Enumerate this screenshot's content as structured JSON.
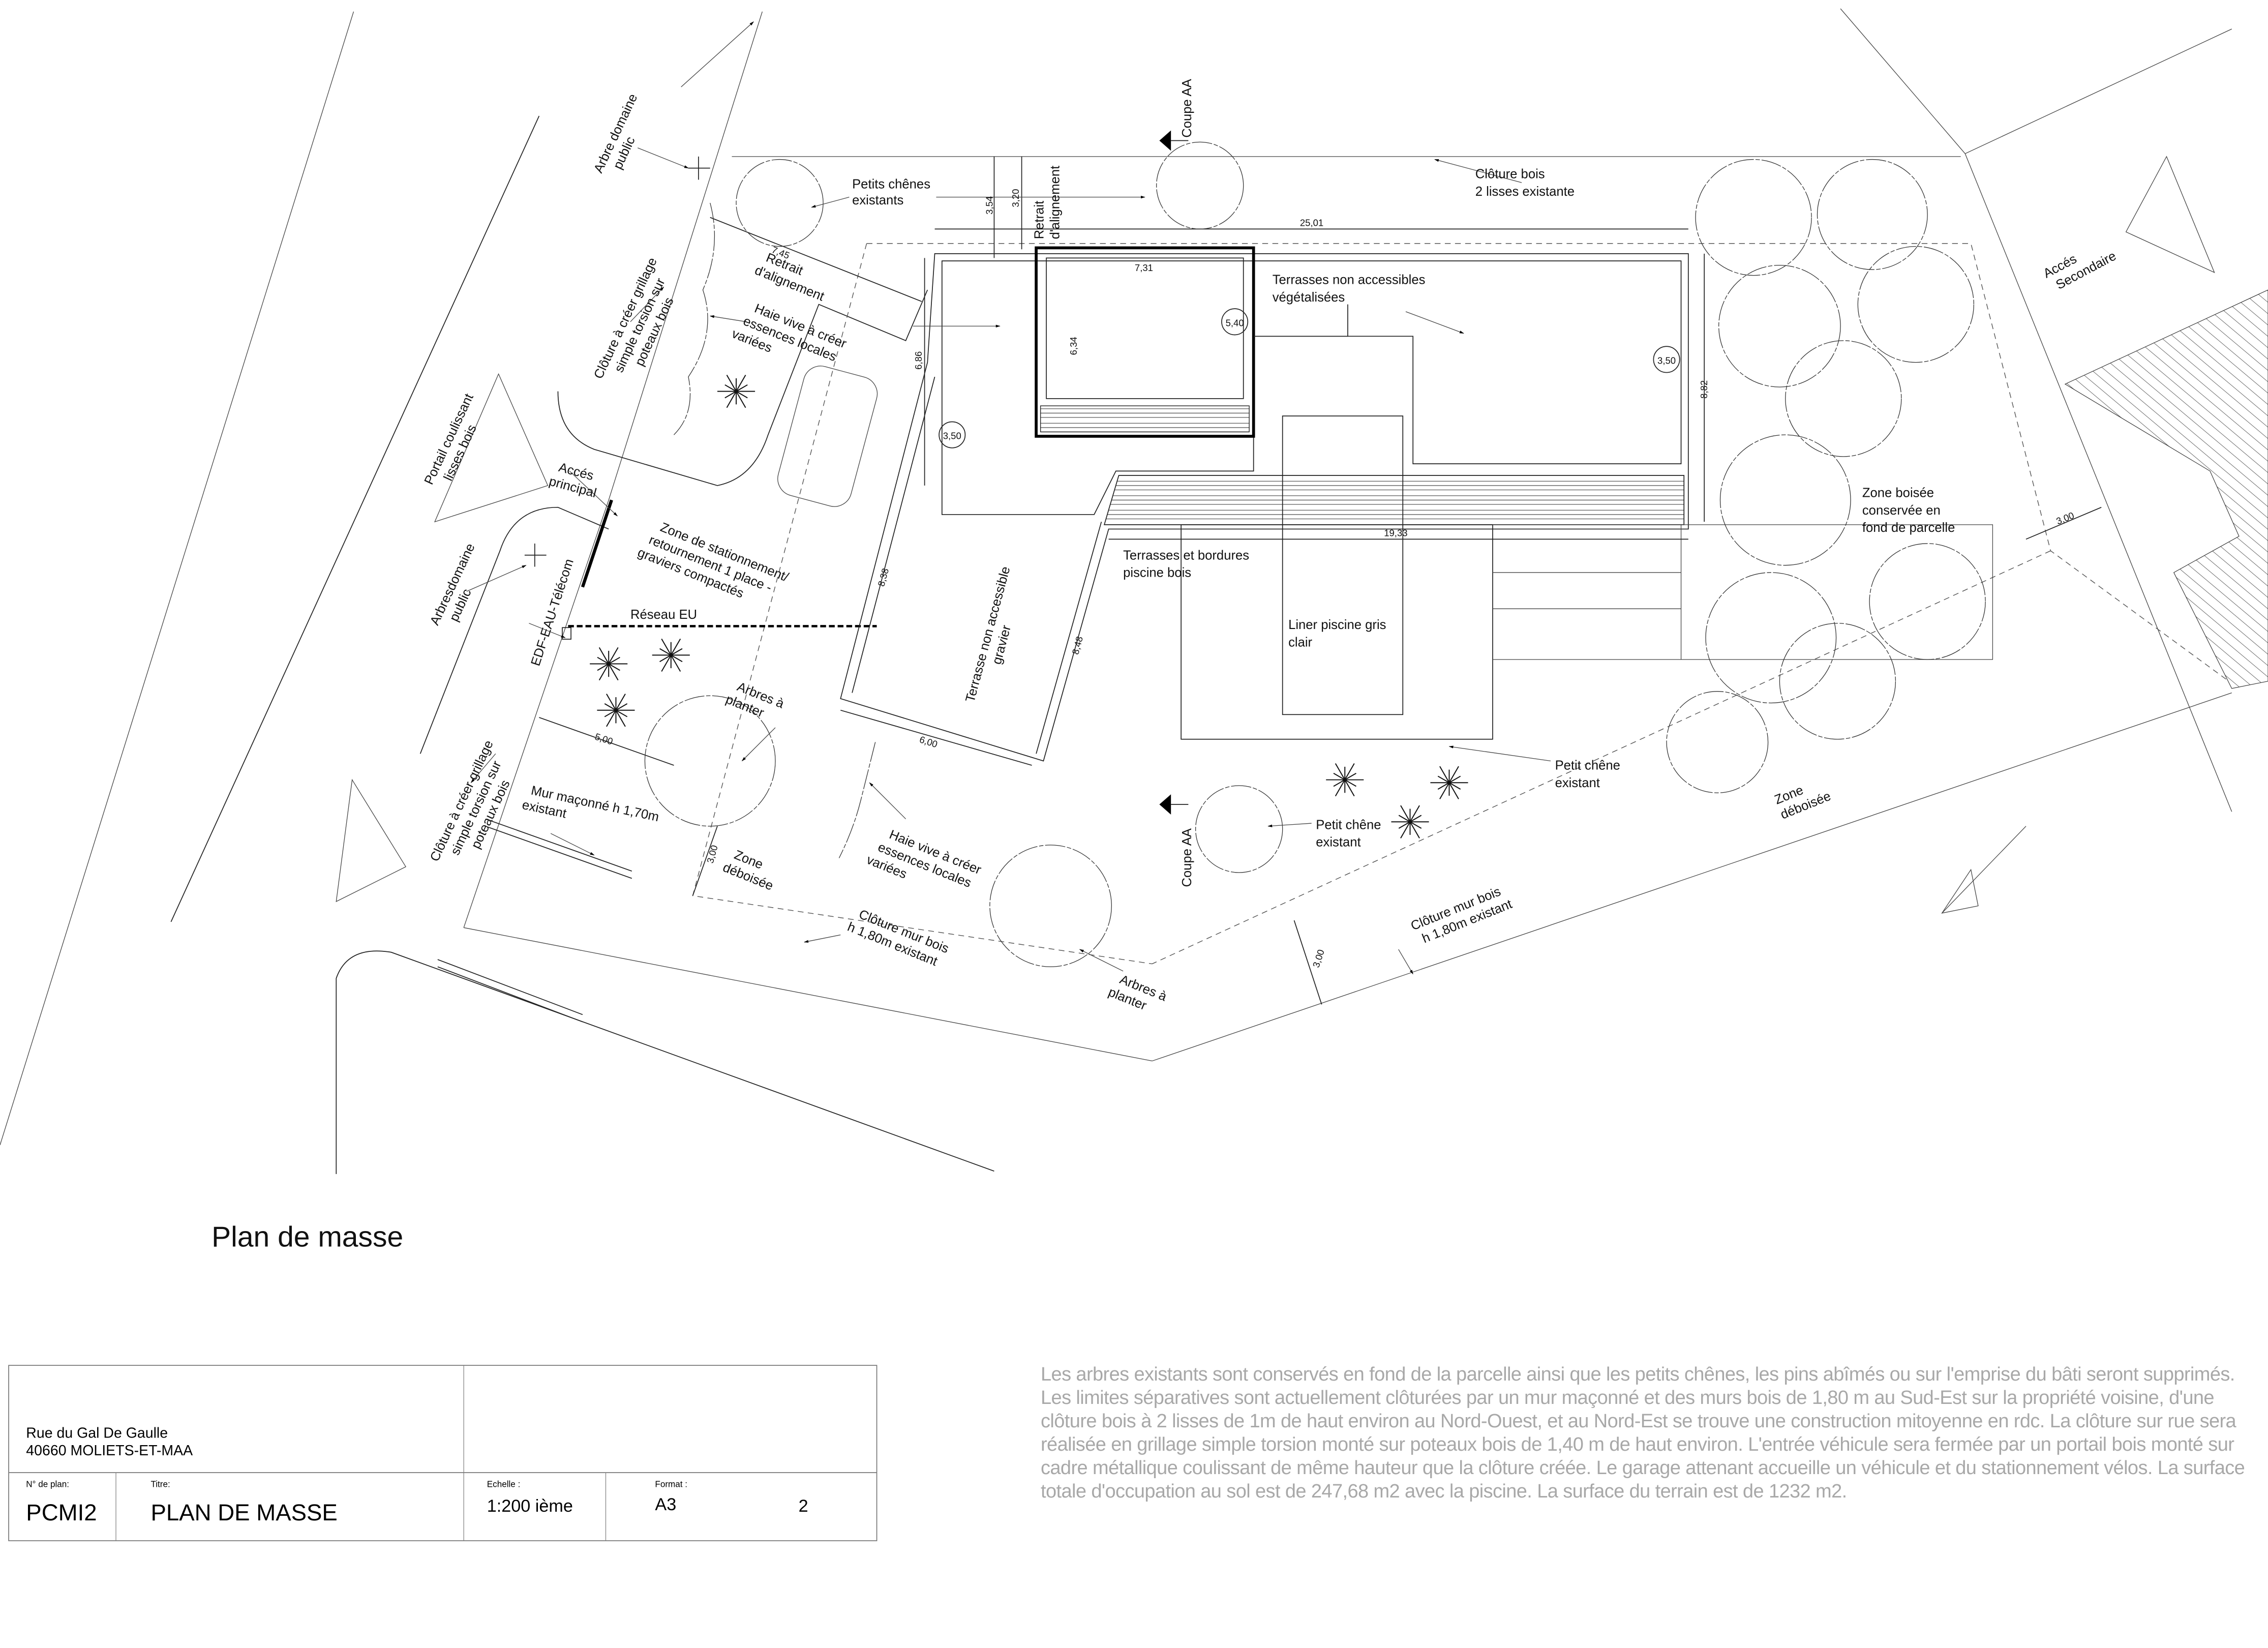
{
  "drawing": {
    "title": "Plan de masse",
    "labels": {
      "arbre_domaine_public_1": [
        "Arbre domaine",
        "public"
      ],
      "petits_chenes": [
        "Petits chênes",
        "existants"
      ],
      "retrait_alignement_top": [
        "Retrait",
        "d'alignement"
      ],
      "coupe_aa_top": "Coupe AA",
      "coupe_aa_bottom": "Coupe AA",
      "cloture_bois_2_lisses": [
        "Clôture bois",
        "2 lisses existante"
      ],
      "retrait_alignement_left": [
        "Retrait",
        "d'alignement"
      ],
      "haie_vive_1": [
        "Haie vive à créer",
        "essences locales",
        "variées"
      ],
      "cloture_grillage_1": [
        "Clôture à créer grillage",
        "simple torsion sur",
        "poteaux bois"
      ],
      "terrasses_vegetalisees": [
        "Terrasses non accessibles",
        "végétalisées"
      ],
      "acces_secondaire": [
        "Accés",
        "Secondaire"
      ],
      "portail_coulissant": [
        "Portail coulissant",
        "lisses bois"
      ],
      "acces_principal": [
        "Accés",
        "principal"
      ],
      "zone_stationnement": [
        "Zone de stationnement/",
        "retournement  1 place -",
        "graviers compactés"
      ],
      "zone_boisee": [
        "Zone boisée",
        "conservée en",
        "fond de parcelle"
      ],
      "terrasses_bordures": [
        "Terrasses et bordures",
        "piscine bois"
      ],
      "arbres_domaine_public_2": [
        "Arbresdomaine",
        "public"
      ],
      "edf_eau_telecom": "EDF-EAU-Télécom",
      "reseau_eu": "Réseau EU",
      "terrasse_gravier": [
        "Terrasse non accessible",
        "gravier"
      ],
      "liner_piscine": [
        "Liner piscine gris",
        "clair"
      ],
      "arbres_planter_1": [
        "Arbres à",
        "planter"
      ],
      "cloture_grillage_2": [
        "Clôture à créer grillage",
        "simple torsion sur",
        "poteaux bois"
      ],
      "mur_maconne": [
        "Mur maçonné h 1,70m",
        "existant"
      ],
      "petit_chene_1": [
        "Petit chêne",
        "existant"
      ],
      "zone_deboisee_right": [
        "Zone",
        "déboisée"
      ],
      "petit_chene_2": [
        "Petit chêne",
        "existant"
      ],
      "haie_vive_2": [
        "Haie vive à créer",
        "essences locales",
        "variées"
      ],
      "zone_deboisee_left": [
        "Zone",
        "déboisée"
      ],
      "cloture_mur_bois_1": [
        "Clôture mur bois",
        "h 1,80m existant"
      ],
      "cloture_mur_bois_2": [
        "Clôture mur bois",
        "h 1,80m existant"
      ],
      "arbres_planter_2": [
        "Arbres à",
        "planter"
      ]
    },
    "dimensions": {
      "d354": "3,54",
      "d320": "3,20",
      "d2501": "25,01",
      "d745": "7,45",
      "d731": "7,31",
      "d634": "6,34",
      "d686": "6,86",
      "d882": "8,82",
      "d1933": "19,33",
      "d300_right": "3,00",
      "d838": "8,38",
      "d848": "8,48",
      "d500": "5,00",
      "d600": "6,00",
      "d300_left": "3,00",
      "d300_bottom": "3,00"
    },
    "levels": {
      "l540": "5,40",
      "l350_right": "3,50",
      "l350_left": "3,50"
    }
  },
  "title_block": {
    "address_line1": "Rue du Gal De Gaulle",
    "address_line2": "40660 MOLIETS-ET-MAA",
    "plan_no_label": "N° de plan:",
    "plan_no": "PCMI2",
    "title_label": "Titre:",
    "title": "PLAN DE MASSE",
    "scale_label": "Echelle :",
    "scale": "1:200 ième",
    "format_label": "Format :",
    "format": "A3",
    "sheet": "2"
  },
  "notes": "Les arbres existants sont conservés en fond de la parcelle ainsi que les petits chênes, les pins abîmés ou sur l'emprise du bâti seront supprimés. Les limites séparatives sont actuellement clôturées par un mur maçonné et des murs bois de 1,80 m au Sud-Est sur la propriété voisine, d'une clôture bois à 2 lisses de 1m de haut environ au Nord-Ouest, et au Nord-Est se trouve une construction mitoyenne en rdc. La clôture sur rue sera réalisée en grillage simple torsion monté sur poteaux bois de 1,40 m de haut environ. L'entrée véhicule sera fermée par un portail bois monté sur cadre métallique coulissant de même hauteur que la clôture créée. Le garage attenant accueille un véhicule et du stationnement vélos. La surface totale d'occupation au sol est de 247,68 m2 avec la piscine. La surface du terrain est de 1232 m2."
}
